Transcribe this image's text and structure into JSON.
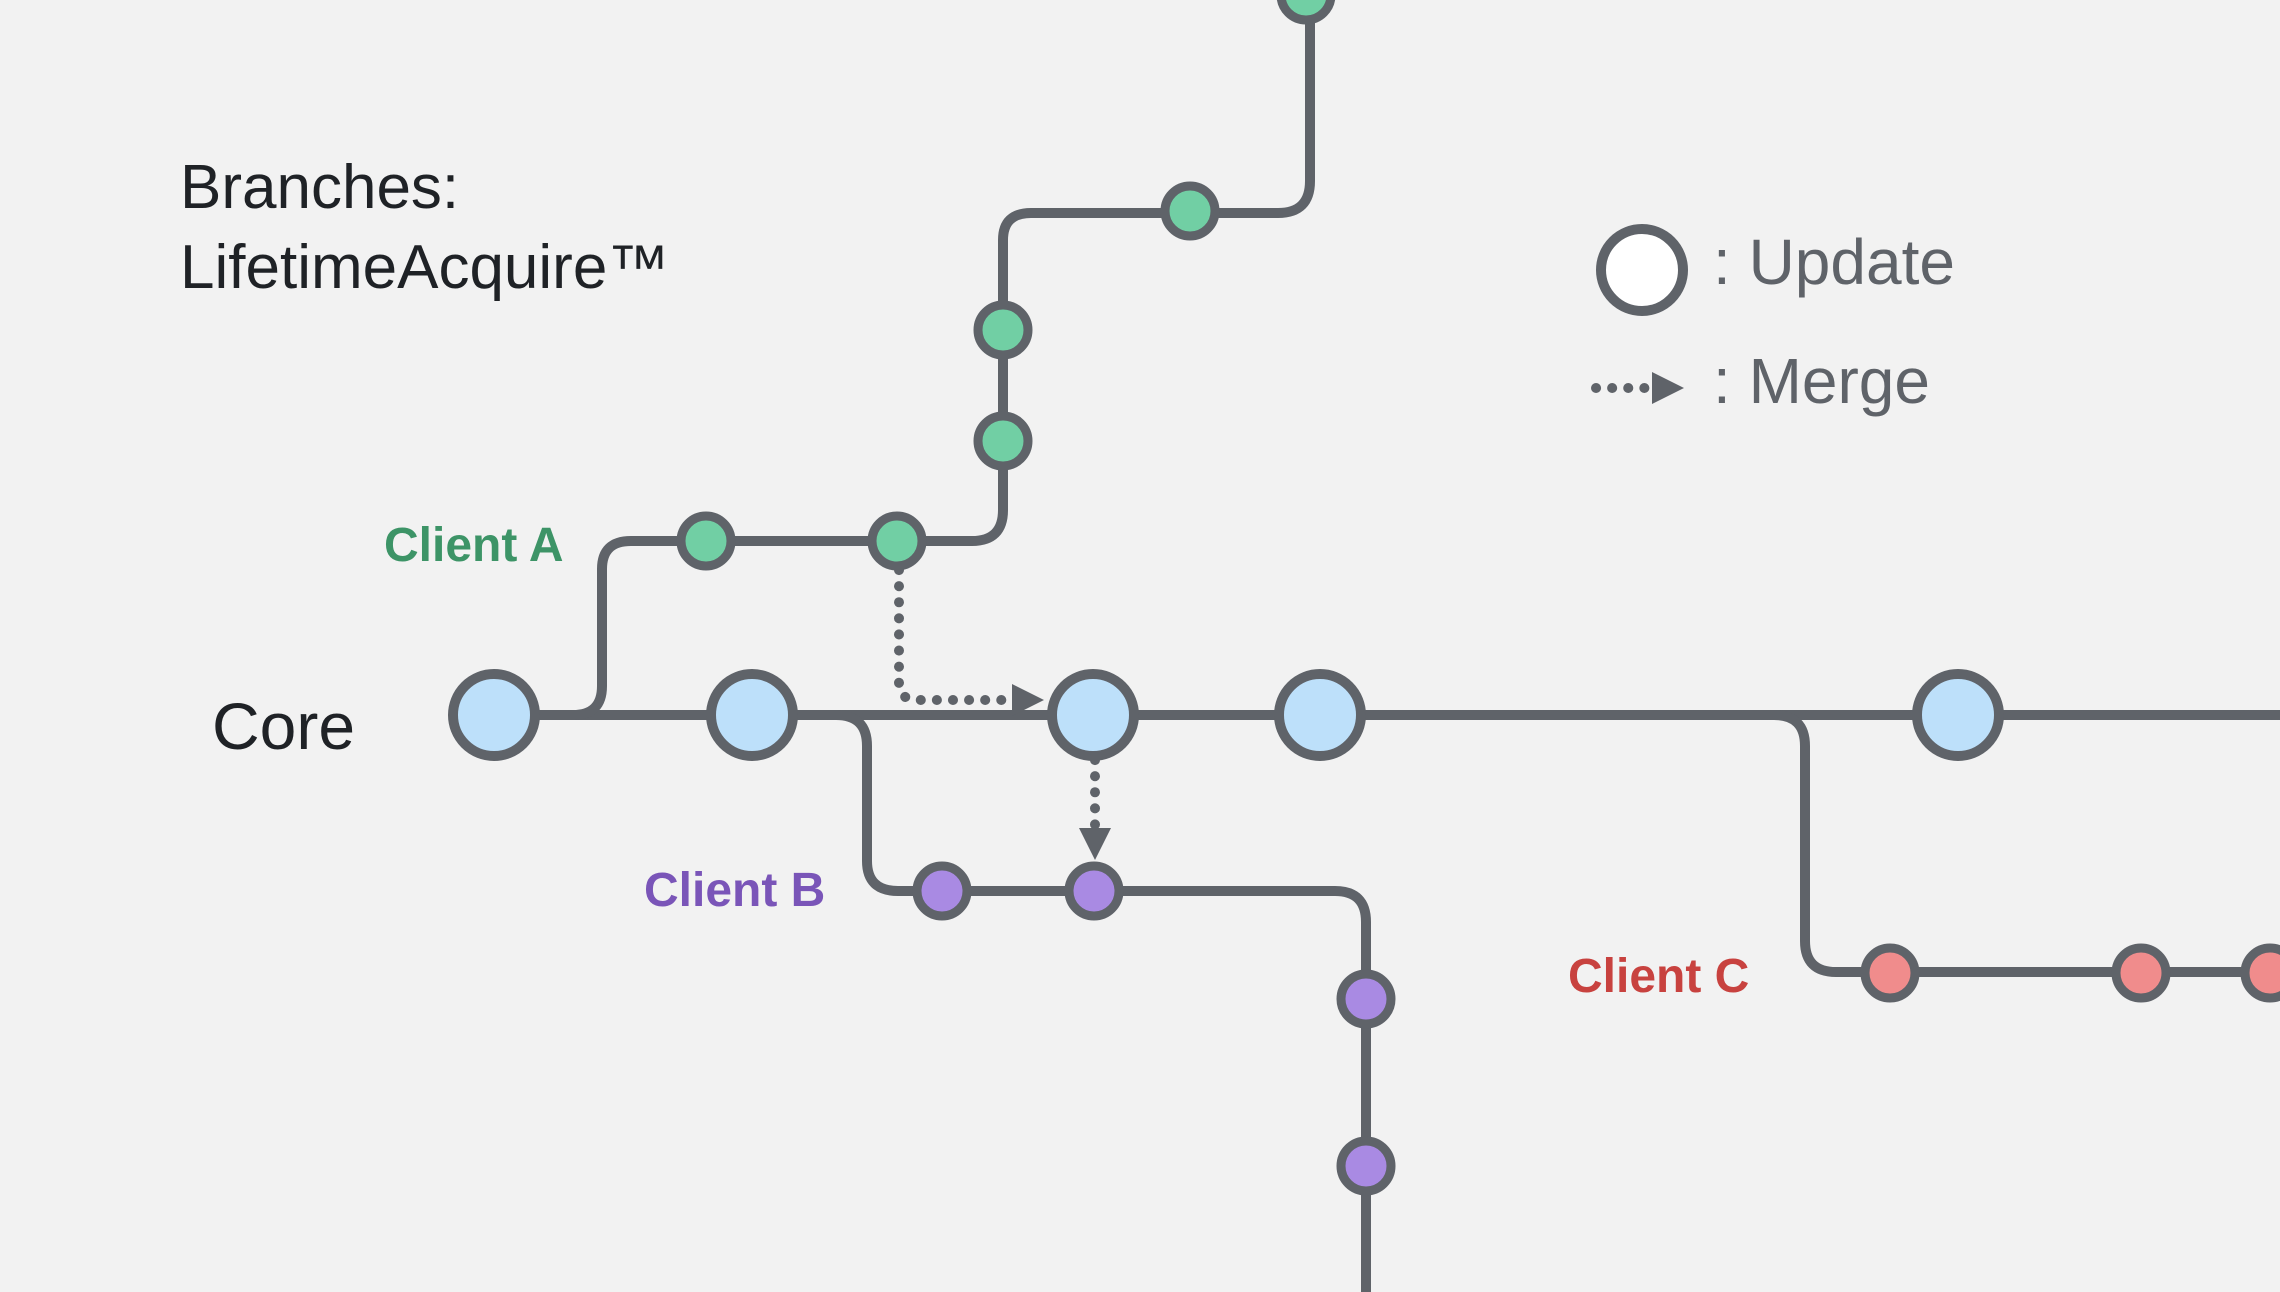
{
  "title": {
    "line1": "Branches:",
    "line2": "LifetimeAcquire™"
  },
  "branches": {
    "core": {
      "label": "Core",
      "color": "#bde0fa"
    },
    "client_a": {
      "label": "Client A",
      "color": "#71cfa4",
      "label_color": "#3d9467"
    },
    "client_b": {
      "label": "Client B",
      "color": "#a98ae3",
      "label_color": "#7a55b8"
    },
    "client_c": {
      "label": "Client C",
      "color": "#f08c8c",
      "label_color": "#c8423f"
    }
  },
  "legend": {
    "update_label": ": Update",
    "merge_label": ": Merge"
  },
  "colors": {
    "line": "#5f6369",
    "background": "#f2f2f2",
    "legend_node_fill": "#ffffff"
  }
}
